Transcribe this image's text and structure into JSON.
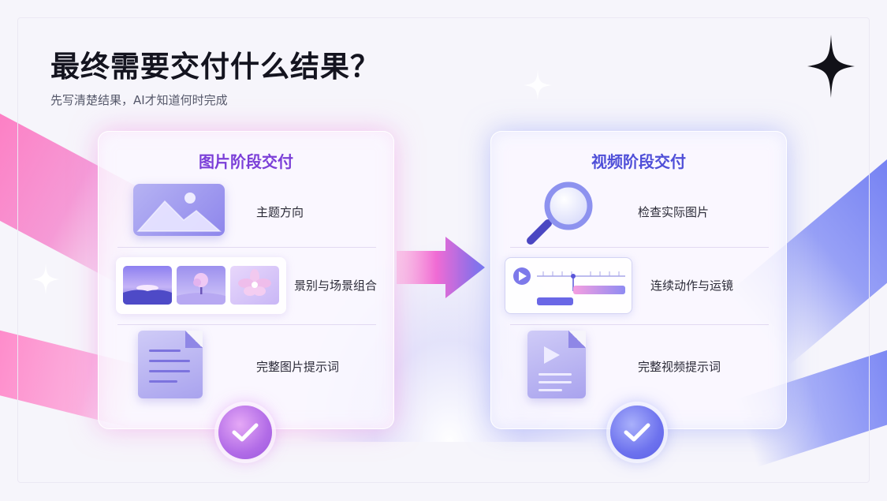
{
  "header": {
    "title": "最终需要交付什么结果？",
    "subtitle": "先写清楚结果，AI才知道何时完成"
  },
  "left_card": {
    "title": "图片阶段交付",
    "items": [
      {
        "label": "主题方向",
        "icon": "landscape-image-icon"
      },
      {
        "label": "景别与场景组合",
        "icon": "scene-thumbnails-icon"
      },
      {
        "label": "完整图片提示词",
        "icon": "document-icon"
      }
    ]
  },
  "right_card": {
    "title": "视频阶段交付",
    "items": [
      {
        "label": "检查实际图片",
        "icon": "magnifier-icon"
      },
      {
        "label": "连续动作与运镜",
        "icon": "video-timeline-icon"
      },
      {
        "label": "完整视频提示词",
        "icon": "video-document-icon"
      }
    ]
  },
  "colors": {
    "title": "#14141f",
    "left_accent": "#7b3fd8",
    "right_accent": "#4f4fd8",
    "pink": "#ff79c0",
    "blue": "#6e7bf2"
  }
}
